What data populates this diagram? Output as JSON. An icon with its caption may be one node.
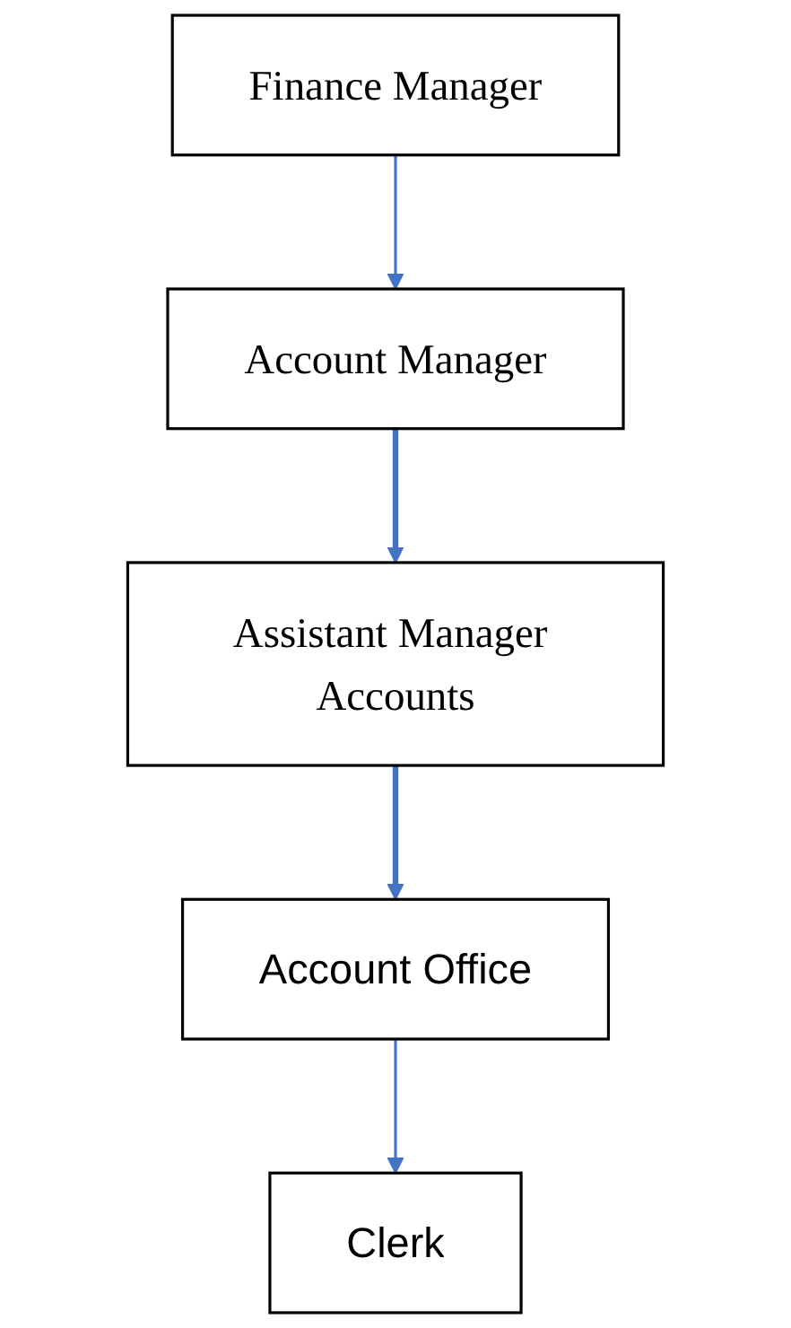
{
  "diagram": {
    "nodes": [
      {
        "text": [
          "Finance Manager"
        ]
      },
      {
        "text": [
          "Account Manager"
        ]
      },
      {
        "text": [
          "Assistant Manager Accounts"
        ]
      },
      {
        "text": [
          "Account Office"
        ]
      },
      {
        "text": [
          "Clerk"
        ]
      }
    ],
    "edges": [
      {
        "from": 0,
        "to": 1,
        "arrow": "to"
      },
      {
        "from": 1,
        "to": 2,
        "arrow": "to",
        "style": "thick"
      },
      {
        "from": 2,
        "to": 3,
        "arrow": "to",
        "style": "thick"
      },
      {
        "from": 3,
        "to": 4,
        "arrow": "to"
      }
    ]
  }
}
